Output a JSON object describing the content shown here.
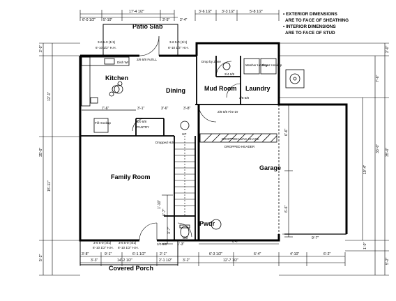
{
  "notes": [
    "• EXTERIOR DIMENSIONS",
    "ARE TO FACE OF SHEATHING",
    "• INTERIOR DIMENSIONS",
    "ARE TO FACE OF STUD"
  ],
  "rooms": {
    "patio_slab": "Patio Slab",
    "kitchen": "Kitchen",
    "dining": "Dining",
    "mud_room": "Mud Room",
    "laundry": "Laundry",
    "family_room": "Family Room",
    "garage": "Garage",
    "pwdr": "Pwdr",
    "covered_porch": "Covered Porch"
  },
  "fixtures": {
    "dish_wr": "Dish Wr",
    "fill_hookup": "Fill Hookup",
    "pantry": "PANTRY",
    "dropped_hdr_1": "Dropped Hdr",
    "drop_zone": "Drop by Zone",
    "washer_hookup": "Washer Hookup",
    "dryer_hookup": "Dryer Hookup",
    "dropped_hvac": "DROPPED HVAC CHASE",
    "dropped_header": "DROPPED HEADER",
    "fire_dr": "2/8 6/8 Fire Dr",
    "door_fl": "2/8 6/8 Full LL",
    "door_2068": "2/4 6/8",
    "door_2068b": "2/0 6/8",
    "win_left": "3-6 5-0 (1/1)",
    "win_left_hh": "6'-10 1/2\" H.H.",
    "win_right": "3-6 5-0 (1/1)",
    "win_right_hh": "6'-10 1/2\" H.H.",
    "win_bot_l": "3-6 5-0 (4/1)",
    "win_bot_l_hh": "6'-10 1/2\" H.H.",
    "win_bot_r": "3-6 5-0 (4/1)",
    "win_bot_r_hh": "6'-10 1/2\" H.H.",
    "stairs_up": "UP",
    "pwdr_door": "2/0 6/8",
    "door_mud": "2/8 6/8"
  },
  "dims": {
    "top_left_1": "6'-0 1/2\"",
    "top_left_2": "5'-10\"",
    "top_left_3": "3'-5\"",
    "top_span": "17'-4 1/2\"",
    "top_right_1": "2'-4\"",
    "top_mid_1": "3'-6 1/2\"",
    "top_mid_2": "3'-3 1/2\"",
    "top_mid_3": "5'-8 1/2\"",
    "left_1": "2'-0\"",
    "left_2": "12'-1\"",
    "left_3": "35'-0\"",
    "left_4": "15'-11\"",
    "left_5": "5'-2\"",
    "right_1": "2'-0\"",
    "right_2": "7'-6\"",
    "right_3": "33'-0\"",
    "right_4": "35'-0\"",
    "right_5": "19'-4\"",
    "right_6": "1'-0\"",
    "right_7": "5'-2\"",
    "int_1": "7'-6\"",
    "int_2": "3'-1\"",
    "int_3": "3'-6\"",
    "int_4": "3'-8\"",
    "garage_1": "6'-6\"",
    "garage_2": "6'-6\"",
    "garage_3": "6'-7\"",
    "garage_4": "9'-7\"",
    "bot_1": "3'-8\"",
    "bot_2": "9'-1\"",
    "bot_3": "6'-1 1/2\"",
    "bot_4": "3'-2\"",
    "bot_5": "6'-3 1/2\"",
    "bot_6": "6'-4\"",
    "bot_7": "4'-10\"",
    "bot_8": "6'-2\"",
    "bot_span_1": "14'-2 1/2\"",
    "bot_span_2": "12'-7 1/2\"",
    "bot_span_3": "2'-1 1/2\"",
    "bot_9": "1'-10\"",
    "bot_10": "3'-7\"",
    "bot_11": "2'-1\"",
    "bot_12": "3'-3\"",
    "stair_1": "6'-7\"",
    "stair_w": "1'-3\"",
    "pwdr_w": "3/0"
  }
}
